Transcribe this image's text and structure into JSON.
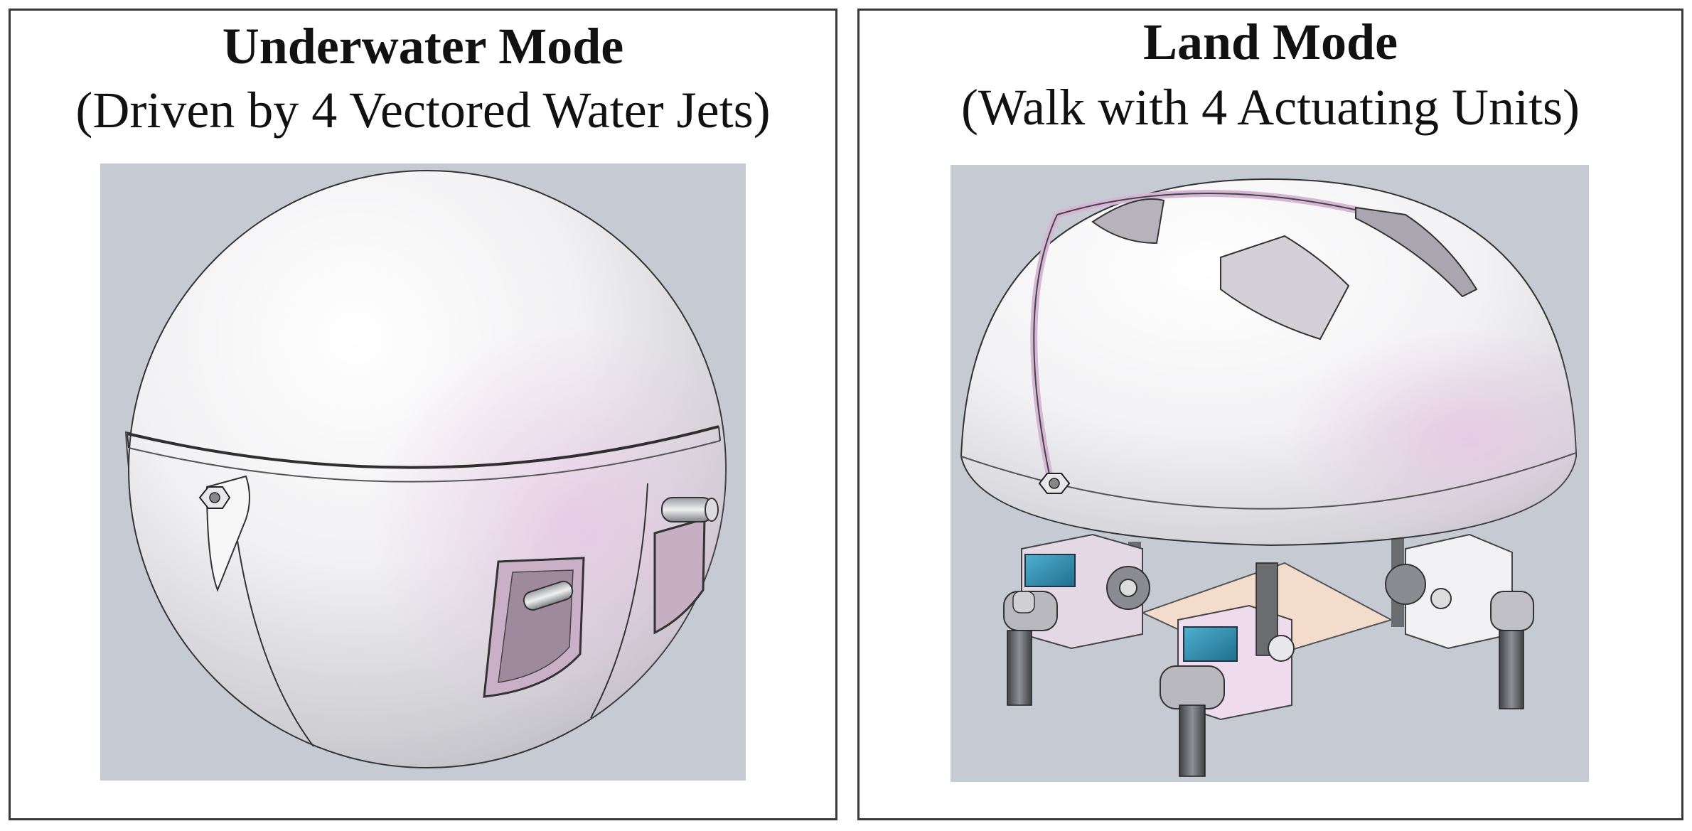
{
  "panels": [
    {
      "title": "Underwater Mode",
      "subtitle": "(Driven by 4 Vectored Water Jets)",
      "image_subject": "spherical-robot-closed-shell"
    },
    {
      "title": "Land Mode",
      "subtitle": "(Walk with 4 Actuating Units)",
      "image_subject": "hemisphere-robot-with-four-legs"
    }
  ],
  "colors": {
    "render_background": "#c6cad3",
    "shell_white": "#f4f4f6",
    "shell_pink_tint": "#e8cfe6",
    "servo_blue": "#2e8fb0",
    "base_plate": "#f3dccc",
    "leg_gray": "#5c5e62",
    "border": "#3a3a3a"
  }
}
